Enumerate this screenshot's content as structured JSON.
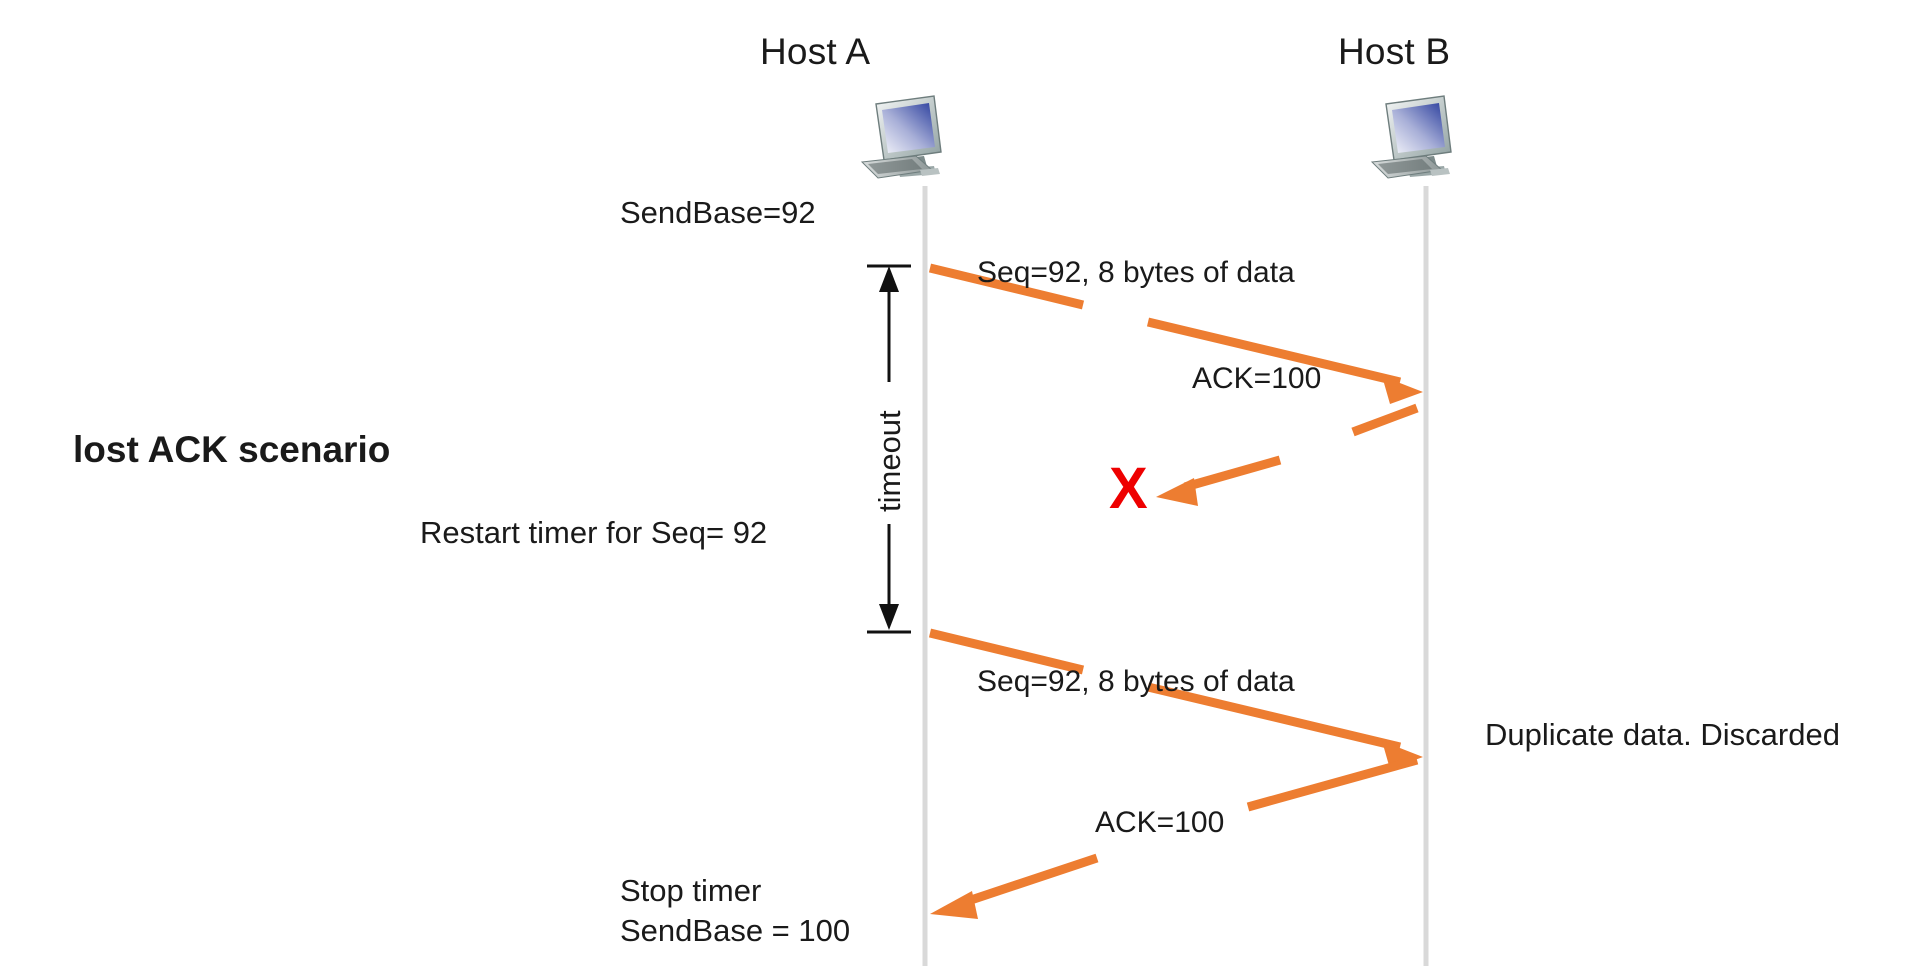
{
  "diagram": {
    "title": "lost ACK scenario",
    "background": "#ffffff",
    "arrow_color": "#ED7D31",
    "lifeline_color": "#D9D9D9",
    "loss_marker_color": "#EE0000",
    "text_color": "#1A1A1A"
  },
  "hosts": [
    {
      "name": "Host A",
      "icon": "computer-icon"
    },
    {
      "name": "Host B",
      "icon": "computer-icon"
    }
  ],
  "sender_events": [
    {
      "label": "SendBase=92"
    },
    {
      "label": "Restart timer for Seq= 92"
    },
    {
      "label": "Stop timer"
    },
    {
      "label": "SendBase = 100"
    }
  ],
  "receiver_events": [
    {
      "label": "Duplicate data. Discarded"
    }
  ],
  "timer": {
    "label": "timeout"
  },
  "messages": [
    {
      "label": "Seq=92, 8 bytes of data",
      "direction": "a-to-b",
      "lost": false
    },
    {
      "label": "ACK=100",
      "direction": "b-to-a",
      "lost": true
    },
    {
      "label": "Seq=92, 8 bytes of data",
      "direction": "a-to-b",
      "lost": false
    },
    {
      "label": "ACK=100",
      "direction": "b-to-a",
      "lost": false
    }
  ],
  "loss_marker": {
    "glyph": "X"
  }
}
